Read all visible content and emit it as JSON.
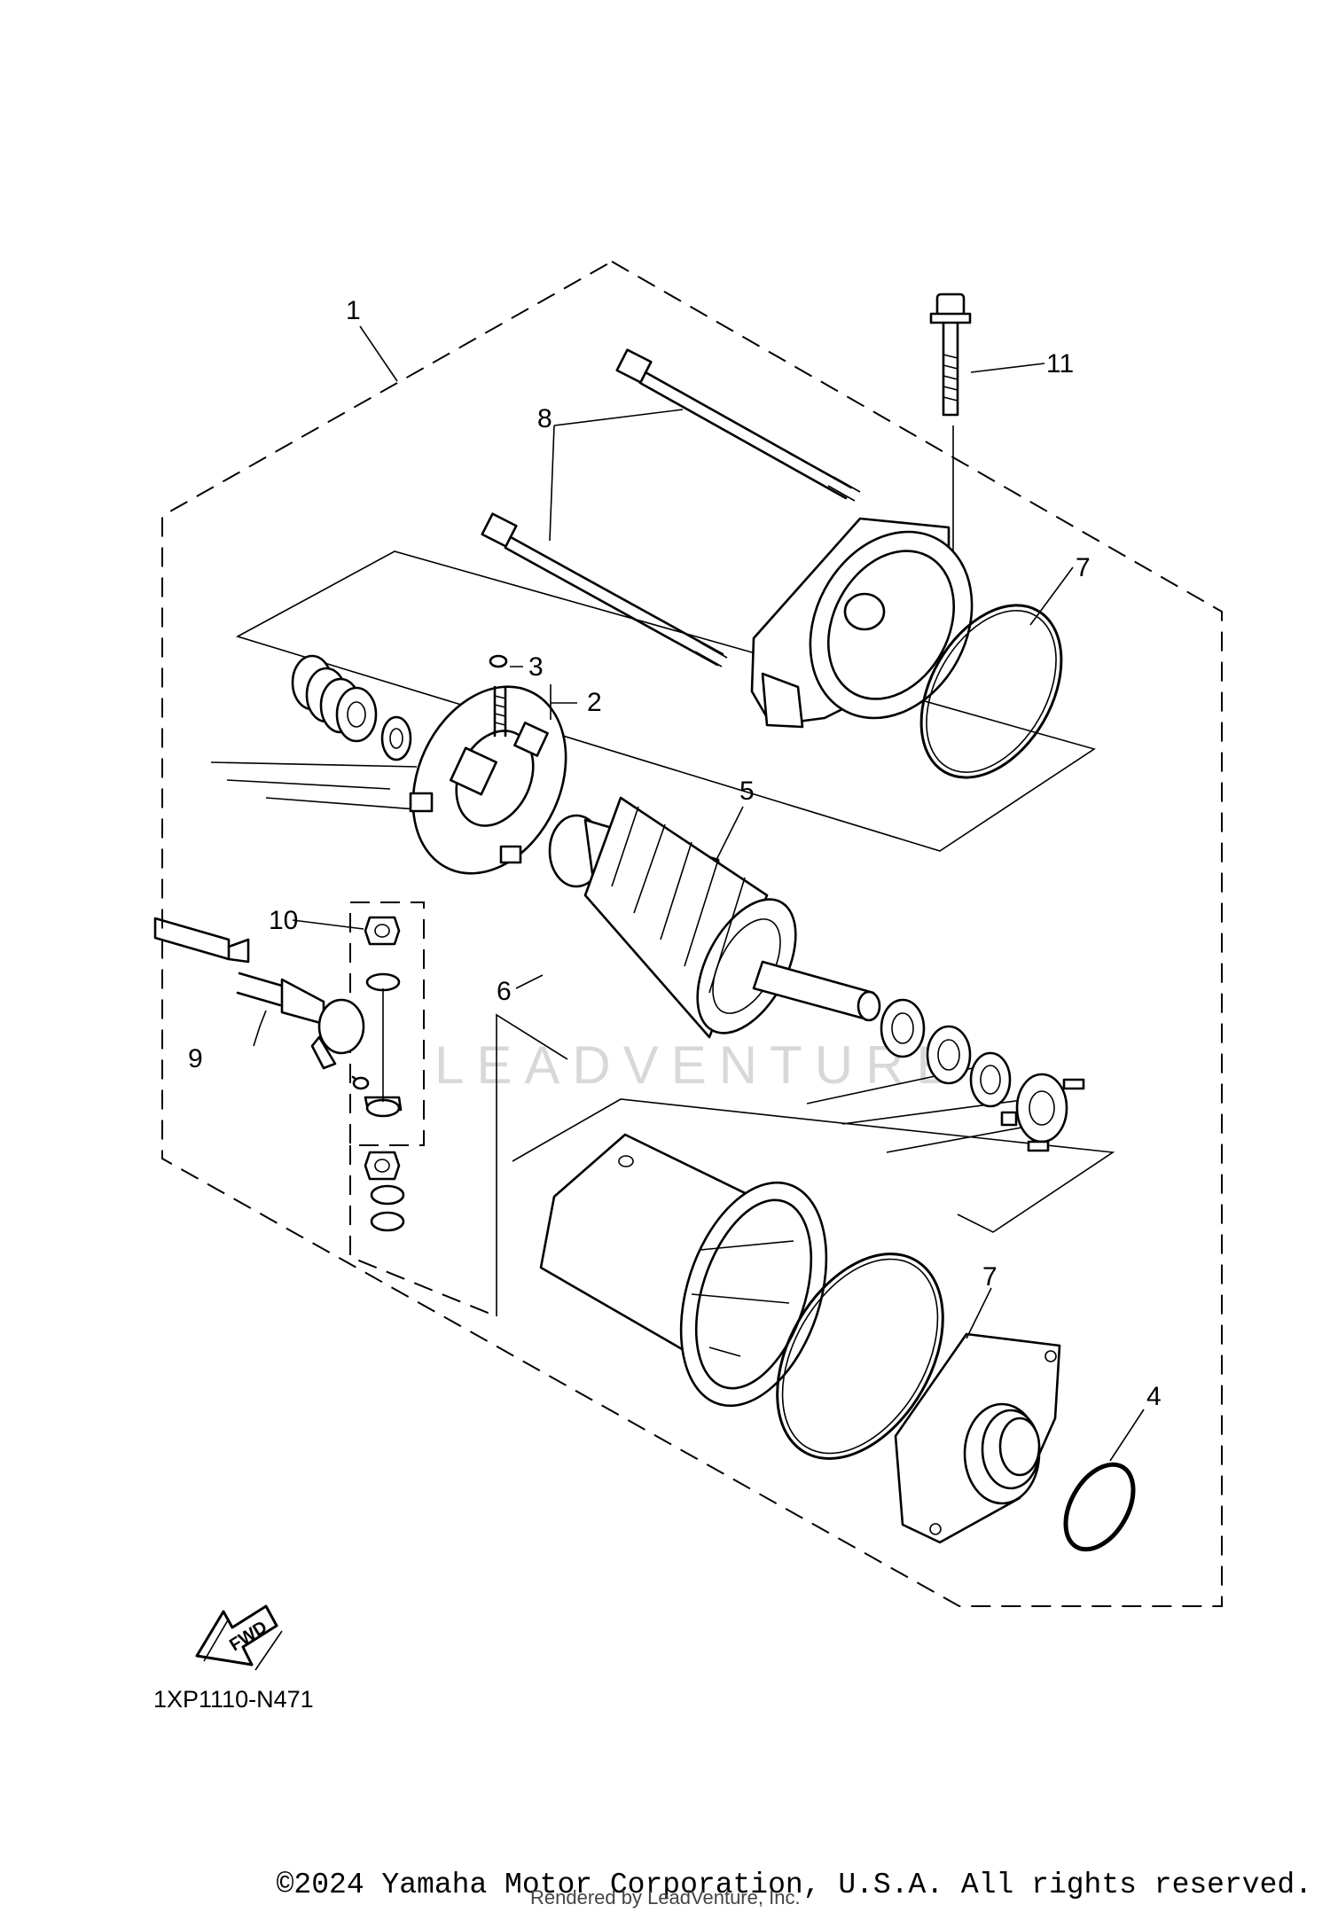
{
  "diagram": {
    "callouts": [
      "1",
      "2",
      "3",
      "4",
      "5",
      "6",
      "7",
      "7",
      "8",
      "9",
      "10",
      "11"
    ],
    "reference_code": "1XP1110-N471",
    "fwd_label": "FWD",
    "watermark": "LEADVENTURE"
  },
  "footer": {
    "copyright": "©2024 Yamaha Motor Corporation, U.S.A. All rights reserved.",
    "rendered_by": "Rendered by LeadVenture, Inc."
  }
}
